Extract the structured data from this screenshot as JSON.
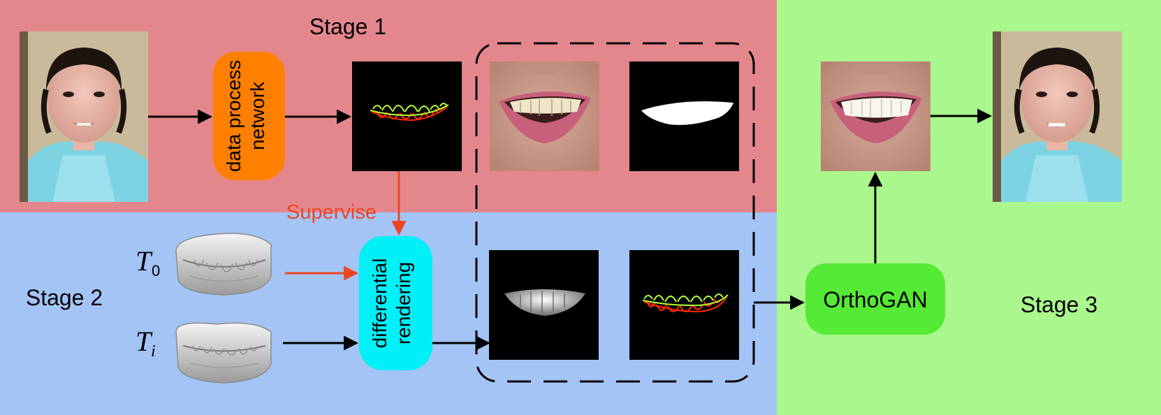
{
  "stages": {
    "stage1": "Stage 1",
    "stage2": "Stage 2",
    "stage3": "Stage 3"
  },
  "nodes": {
    "data_process_line1": "data process",
    "data_process_line2": "network",
    "differential_line1": "differential",
    "differential_line2": "rendering",
    "orthogan": "OrthoGAN"
  },
  "edges": {
    "supervise": "Supervise"
  },
  "symbols": {
    "t0_base": "T",
    "t0_sub": "0",
    "ti_base": "T",
    "ti_sub": "i"
  },
  "colors": {
    "stage1_bg": "#e4878c",
    "stage2_bg": "#a3c4f5",
    "stage3_bg": "#aaf78d",
    "data_process_node": "#ff8000",
    "differential_node": "#00f0f7",
    "orthogan_node": "#55ea35",
    "supervise_arrow": "#ef4423"
  },
  "icons": {
    "input_face": "face-photo-icon",
    "output_face": "face-photo-icon",
    "contour_map": "teeth-contour-icon",
    "mouth_crop": "mouth-photo-icon",
    "mouth_mask": "mouth-mask-icon",
    "teeth_model_t0": "teeth-model-icon",
    "teeth_model_ti": "teeth-model-icon",
    "rendered_teeth": "rendered-teeth-icon",
    "rendered_contours": "teeth-contour-icon",
    "generated_mouth": "mouth-photo-icon"
  }
}
